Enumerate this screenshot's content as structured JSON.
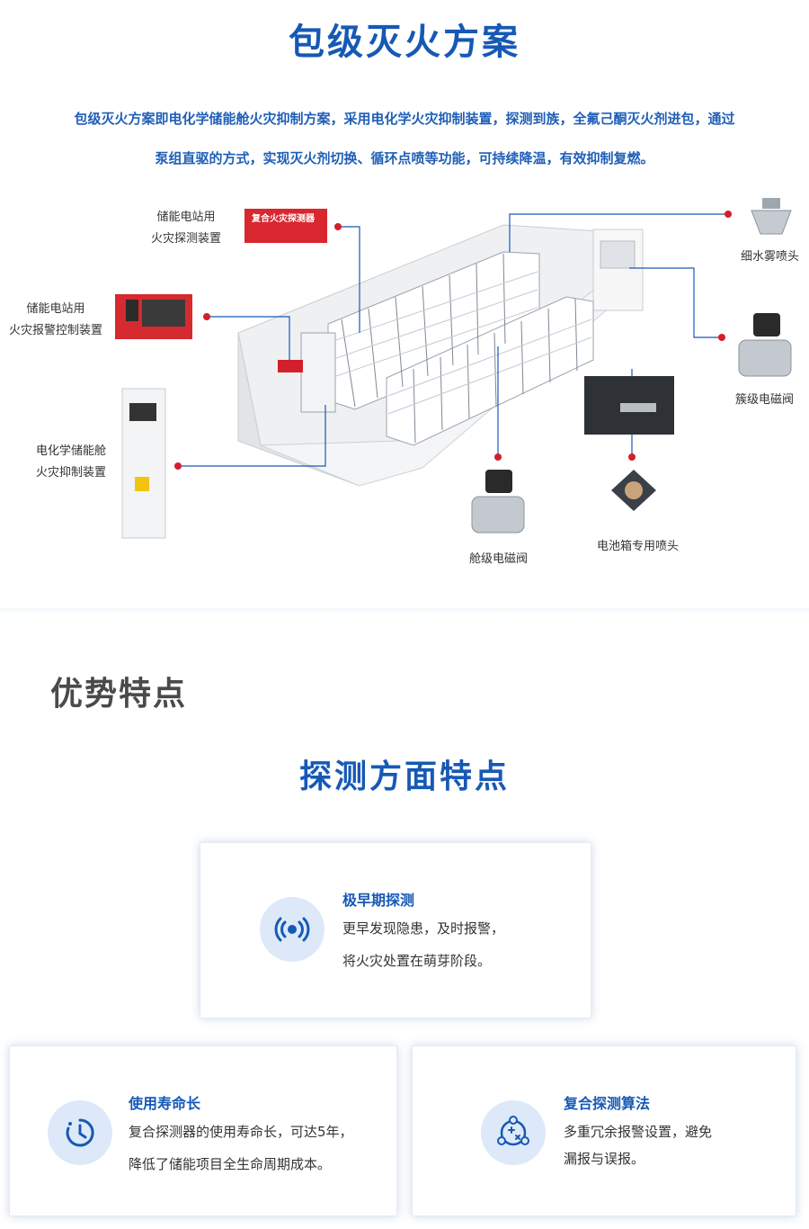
{
  "header": {
    "title": "包级灭火方案",
    "desc_line1": "包级灭火方案即电化学储能舱火灾抑制方案，采用电化学火灾抑制装置，探测到族，全氟己酮灭火剂进包，通过",
    "desc_line2": "泵组直驱的方式，实现灭火剂切换、循环点喷等功能，可持续降温，有效抑制复燃。"
  },
  "diagram": {
    "labels": {
      "detector_l1": "储能电站用",
      "detector_l2": "火灾探测装置",
      "alarm_l1": "储能电站用",
      "alarm_l2": "火灾报警控制装置",
      "suppress_l1": "电化学储能舱",
      "suppress_l2": "火灾抑制装置",
      "mist": "细水雾喷头",
      "cluster_valve": "簇级电磁阀",
      "cabin_valve": "舱级电磁阀",
      "battery_nozzle": "电池箱专用喷头"
    },
    "device_text": {
      "detector_name": "复合火灾探测器"
    },
    "accent": "#1659b5",
    "dot_color": "#d21f2b"
  },
  "advantages": {
    "title": "优势特点",
    "subtitle": "探测方面特点",
    "cards": [
      {
        "icon": "signal-broadcast-icon",
        "heading": "极早期探测",
        "line1": "更早发现隐患，及时报警，",
        "line2": "将火灾处置在萌芽阶段。"
      },
      {
        "icon": "clock-timer-icon",
        "heading": "使用寿命长",
        "line1": "复合探测器的使用寿命长，可达5年，",
        "line2": "降低了储能项目全生命周期成本。"
      },
      {
        "icon": "algorithm-shapes-icon",
        "heading": "复合探测算法",
        "line1": "多重冗余报警设置，避免",
        "line2": "漏报与误报。"
      }
    ]
  }
}
